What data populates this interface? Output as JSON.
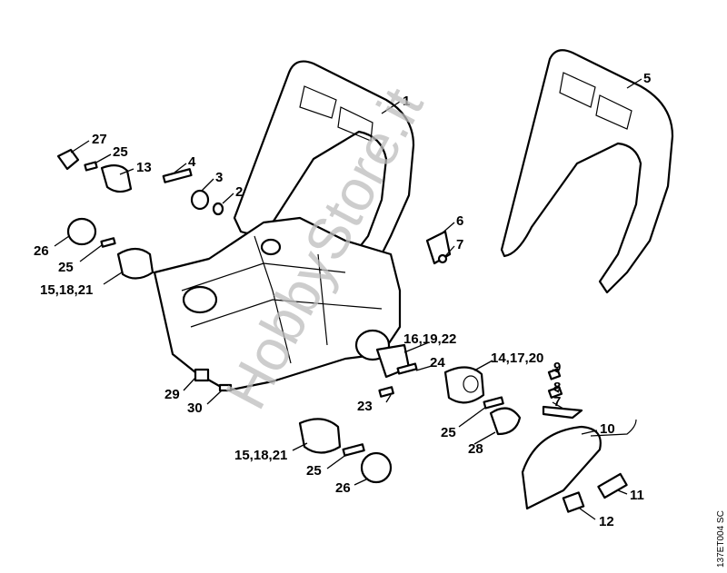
{
  "diagram": {
    "title_code": "137ET004 SC",
    "watermark": "HobbyStore.it",
    "callouts": [
      "1",
      "5",
      "27",
      "25",
      "13",
      "4",
      "3",
      "2",
      "6",
      "7",
      "26",
      "25",
      "15,18,21",
      "16,19,22",
      "24",
      "14,17,20",
      "9",
      "8",
      "7",
      "23",
      "29",
      "30",
      "25",
      "10",
      "28",
      "15,18,21",
      "25",
      "26",
      "11",
      "12"
    ]
  }
}
